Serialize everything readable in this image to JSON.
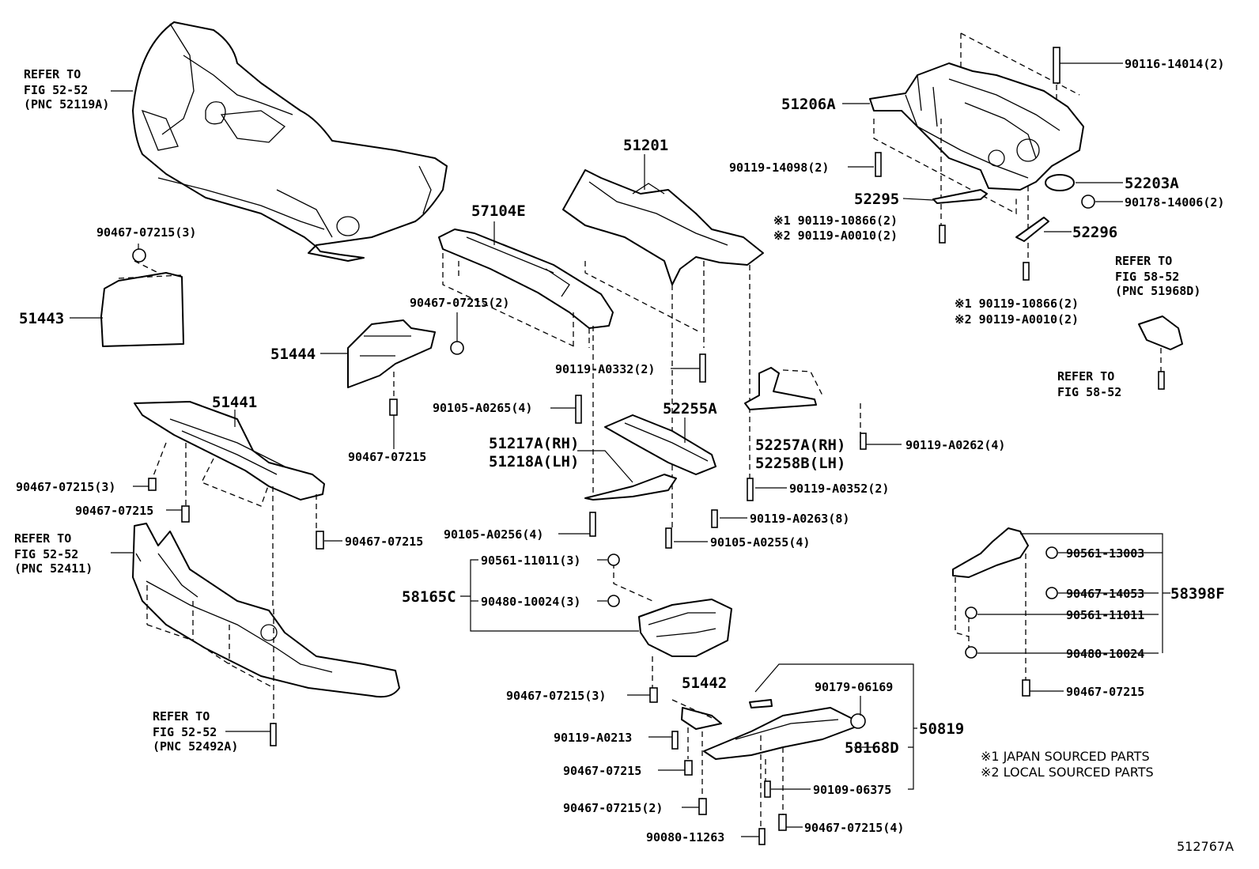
{
  "drawing_id": "512767A",
  "refer": {
    "r1": [
      "REFER TO",
      "FIG 52-52",
      "(PNC 52119A)"
    ],
    "r2": [
      "REFER TO",
      "FIG 52-52",
      "(PNC 52411)"
    ],
    "r3": [
      "REFER TO",
      "FIG 52-52",
      "(PNC 52492A)"
    ],
    "r4": [
      "REFER TO",
      "FIG 58-52",
      "(PNC 51968D)"
    ],
    "r5": [
      "REFER TO",
      "FIG 58-52"
    ]
  },
  "parts": {
    "p51206A": "51206A",
    "p51201": "51201",
    "p57104E": "57104E",
    "p51443": "51443",
    "p51444": "51444",
    "p51441": "51441",
    "p52255A": "52255A",
    "p51217A": "51217A(RH)",
    "p51218A": "51218A(LH)",
    "p52257A": "52257A(RH)",
    "p52258B": "52258B(LH)",
    "p52203A": "52203A",
    "p52295": "52295",
    "p52296": "52296",
    "p58165C": "58165C",
    "p51442": "51442",
    "p58168D": "58168D",
    "p50819": "50819",
    "p58398F": "58398F"
  },
  "fasteners": {
    "f1": "90116-14014(2)",
    "f2": "90119-14098(2)",
    "f3": "90178-14006(2)",
    "f4a": "※1 90119-10866(2)",
    "f4b": "※2 90119-A0010(2)",
    "f5a": "※1 90119-10866(2)",
    "f5b": "※2 90119-A0010(2)",
    "f6": "90467-07215(3)",
    "f7": "90467-07215(2)",
    "f8": "90119-A0332(2)",
    "f9": "90105-A0265(4)",
    "f10": "90467-07215",
    "f11": "90119-A0262(4)",
    "f12": "90119-A0352(2)",
    "f13": "90467-07215(3)",
    "f14": "90467-07215",
    "f15": "90467-07215",
    "f16": "90105-A0256(4)",
    "f17": "90119-A0263(8)",
    "f18": "90105-A0255(4)",
    "f19": "90561-11011(3)",
    "f20": "90480-10024(3)",
    "f21": "90467-07215(3)",
    "f22": "90119-A0213",
    "f23": "90467-07215",
    "f24": "90467-07215(2)",
    "f25": "90080-11263",
    "f26": "90467-07215(4)",
    "f27": "90109-06375",
    "f28": "90179-06169",
    "f29": "90561-13003",
    "f30": "90467-14053",
    "f31": "90561-11011",
    "f32": "90480-10024",
    "f33": "90467-07215"
  },
  "legend": {
    "l1": "※1 JAPAN SOURCED PARTS",
    "l2": "※2 LOCAL SOURCED PARTS"
  }
}
